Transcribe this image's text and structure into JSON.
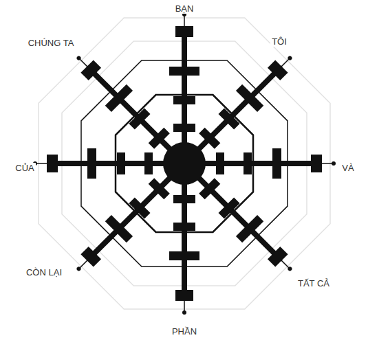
{
  "diagram": {
    "labels": [
      "BẠN",
      "CHÚNG TA",
      "TÔI",
      "CỦA",
      "VÀ",
      "CÒN LẠI",
      "TẤT CẢ",
      "PHẦN"
    ]
  }
}
